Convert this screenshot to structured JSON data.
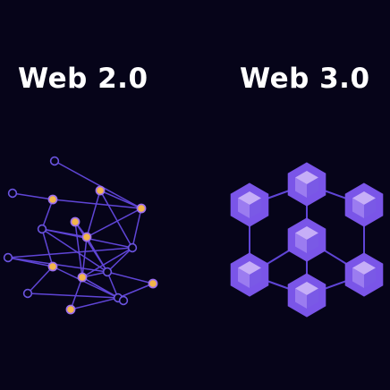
{
  "titles": {
    "left": "Web 2.0",
    "right": "Web 3.0"
  },
  "colors": {
    "background": "#060419",
    "edge": "#5f45d6",
    "node_hollow_stroke": "#6b54e0",
    "node_gold_fill": "#f2b64a",
    "node_gold_stroke": "#9c6ef0",
    "cube_top": "#c6aef7",
    "cube_left": "#9b7cf0",
    "cube_right": "#7a59e6",
    "hexagon": "#7a55e8"
  },
  "web2_network": {
    "nodes": [
      {
        "id": "n1",
        "kind": "hollow"
      },
      {
        "id": "n2",
        "kind": "hollow"
      },
      {
        "id": "n3",
        "kind": "gold"
      },
      {
        "id": "n4",
        "kind": "gold"
      },
      {
        "id": "n5",
        "kind": "gold"
      },
      {
        "id": "n6",
        "kind": "hollow"
      },
      {
        "id": "n7",
        "kind": "hollow"
      },
      {
        "id": "n8",
        "kind": "gold"
      },
      {
        "id": "n9",
        "kind": "hollow"
      },
      {
        "id": "n10",
        "kind": "gold"
      },
      {
        "id": "n11",
        "kind": "gold"
      },
      {
        "id": "n12",
        "kind": "hollow"
      },
      {
        "id": "n13",
        "kind": "gold"
      },
      {
        "id": "n14",
        "kind": "gold"
      },
      {
        "id": "n15",
        "kind": "hollow"
      },
      {
        "id": "n16",
        "kind": "gold"
      },
      {
        "id": "n17",
        "kind": "hollow"
      },
      {
        "id": "n18",
        "kind": "hollow"
      }
    ],
    "edges": [
      [
        "n1",
        "n5"
      ],
      [
        "n2",
        "n3"
      ],
      [
        "n3",
        "n6"
      ],
      [
        "n3",
        "n5"
      ],
      [
        "n4",
        "n5"
      ],
      [
        "n4",
        "n9"
      ],
      [
        "n5",
        "n9"
      ],
      [
        "n5",
        "n8"
      ],
      [
        "n6",
        "n9"
      ],
      [
        "n6",
        "n8"
      ],
      [
        "n6",
        "n10"
      ],
      [
        "n6",
        "n12"
      ],
      [
        "n7",
        "n10"
      ],
      [
        "n7",
        "n12"
      ],
      [
        "n8",
        "n12"
      ],
      [
        "n8",
        "n11"
      ],
      [
        "n8",
        "n14"
      ],
      [
        "n9",
        "n12"
      ],
      [
        "n10",
        "n15"
      ],
      [
        "n10",
        "n17"
      ],
      [
        "n11",
        "n14"
      ],
      [
        "n12",
        "n13"
      ],
      [
        "n12",
        "n14"
      ],
      [
        "n12",
        "n15"
      ],
      [
        "n13",
        "n15"
      ],
      [
        "n14",
        "n15"
      ],
      [
        "n14",
        "n16"
      ],
      [
        "n14",
        "n18"
      ],
      [
        "n15",
        "n16"
      ],
      [
        "n15",
        "n17"
      ],
      [
        "n4",
        "n8"
      ],
      [
        "n9",
        "n14"
      ],
      [
        "n11",
        "n12"
      ],
      [
        "n7",
        "n9"
      ]
    ]
  },
  "web3_network": {
    "nodes": [
      {
        "id": "c-top"
      },
      {
        "id": "c-upper-left"
      },
      {
        "id": "c-upper-right"
      },
      {
        "id": "c-center"
      },
      {
        "id": "c-lower-left"
      },
      {
        "id": "c-lower-right"
      },
      {
        "id": "c-bottom"
      }
    ],
    "edges": [
      [
        "c-top",
        "c-upper-left"
      ],
      [
        "c-top",
        "c-upper-right"
      ],
      [
        "c-top",
        "c-center"
      ],
      [
        "c-upper-left",
        "c-lower-left"
      ],
      [
        "c-upper-right",
        "c-lower-right"
      ],
      [
        "c-center",
        "c-bottom"
      ],
      [
        "c-lower-left",
        "c-bottom"
      ],
      [
        "c-lower-right",
        "c-bottom"
      ],
      [
        "c-center",
        "c-lower-left"
      ],
      [
        "c-center",
        "c-lower-right"
      ]
    ]
  }
}
